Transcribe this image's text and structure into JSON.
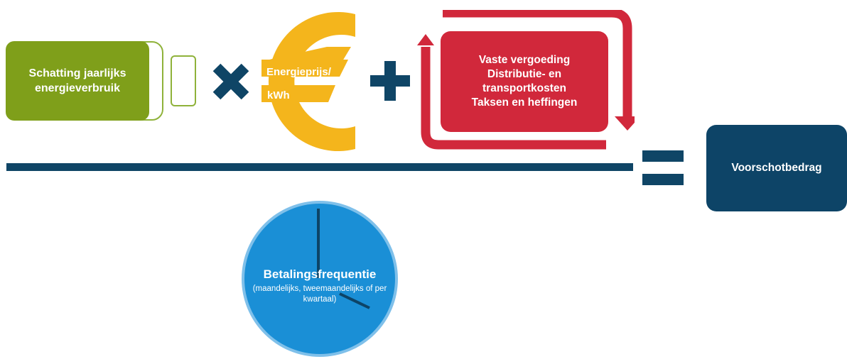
{
  "consumption": {
    "label": "Schatting jaarlijks energieverbruik"
  },
  "operators": {
    "multiply_icon": "multiply-icon",
    "plus_icon": "plus-icon",
    "equals_icon": "equals-icon"
  },
  "energy_price": {
    "line1": "Energieprijs/",
    "line2": "kWh",
    "icon": "euro-icon"
  },
  "fixed_costs": {
    "lines": [
      "Vaste vergoeding",
      "Distributie- en",
      "transportkosten",
      "Taksen en heffingen"
    ],
    "icon": "cycle-arrows-icon"
  },
  "result": {
    "label": "Voorschotbedrag"
  },
  "payment_frequency": {
    "title": "Betalingsfrequentie",
    "subtitle": "(maandelijks, tweemaandelijks of per kwartaal)",
    "icon": "clock-icon"
  },
  "colors": {
    "green": "#7f9f1a",
    "green_outline": "#8fb23a",
    "yellow": "#f4b51c",
    "red": "#d1283b",
    "navy": "#0f4566",
    "blue": "#1a8fd6"
  }
}
